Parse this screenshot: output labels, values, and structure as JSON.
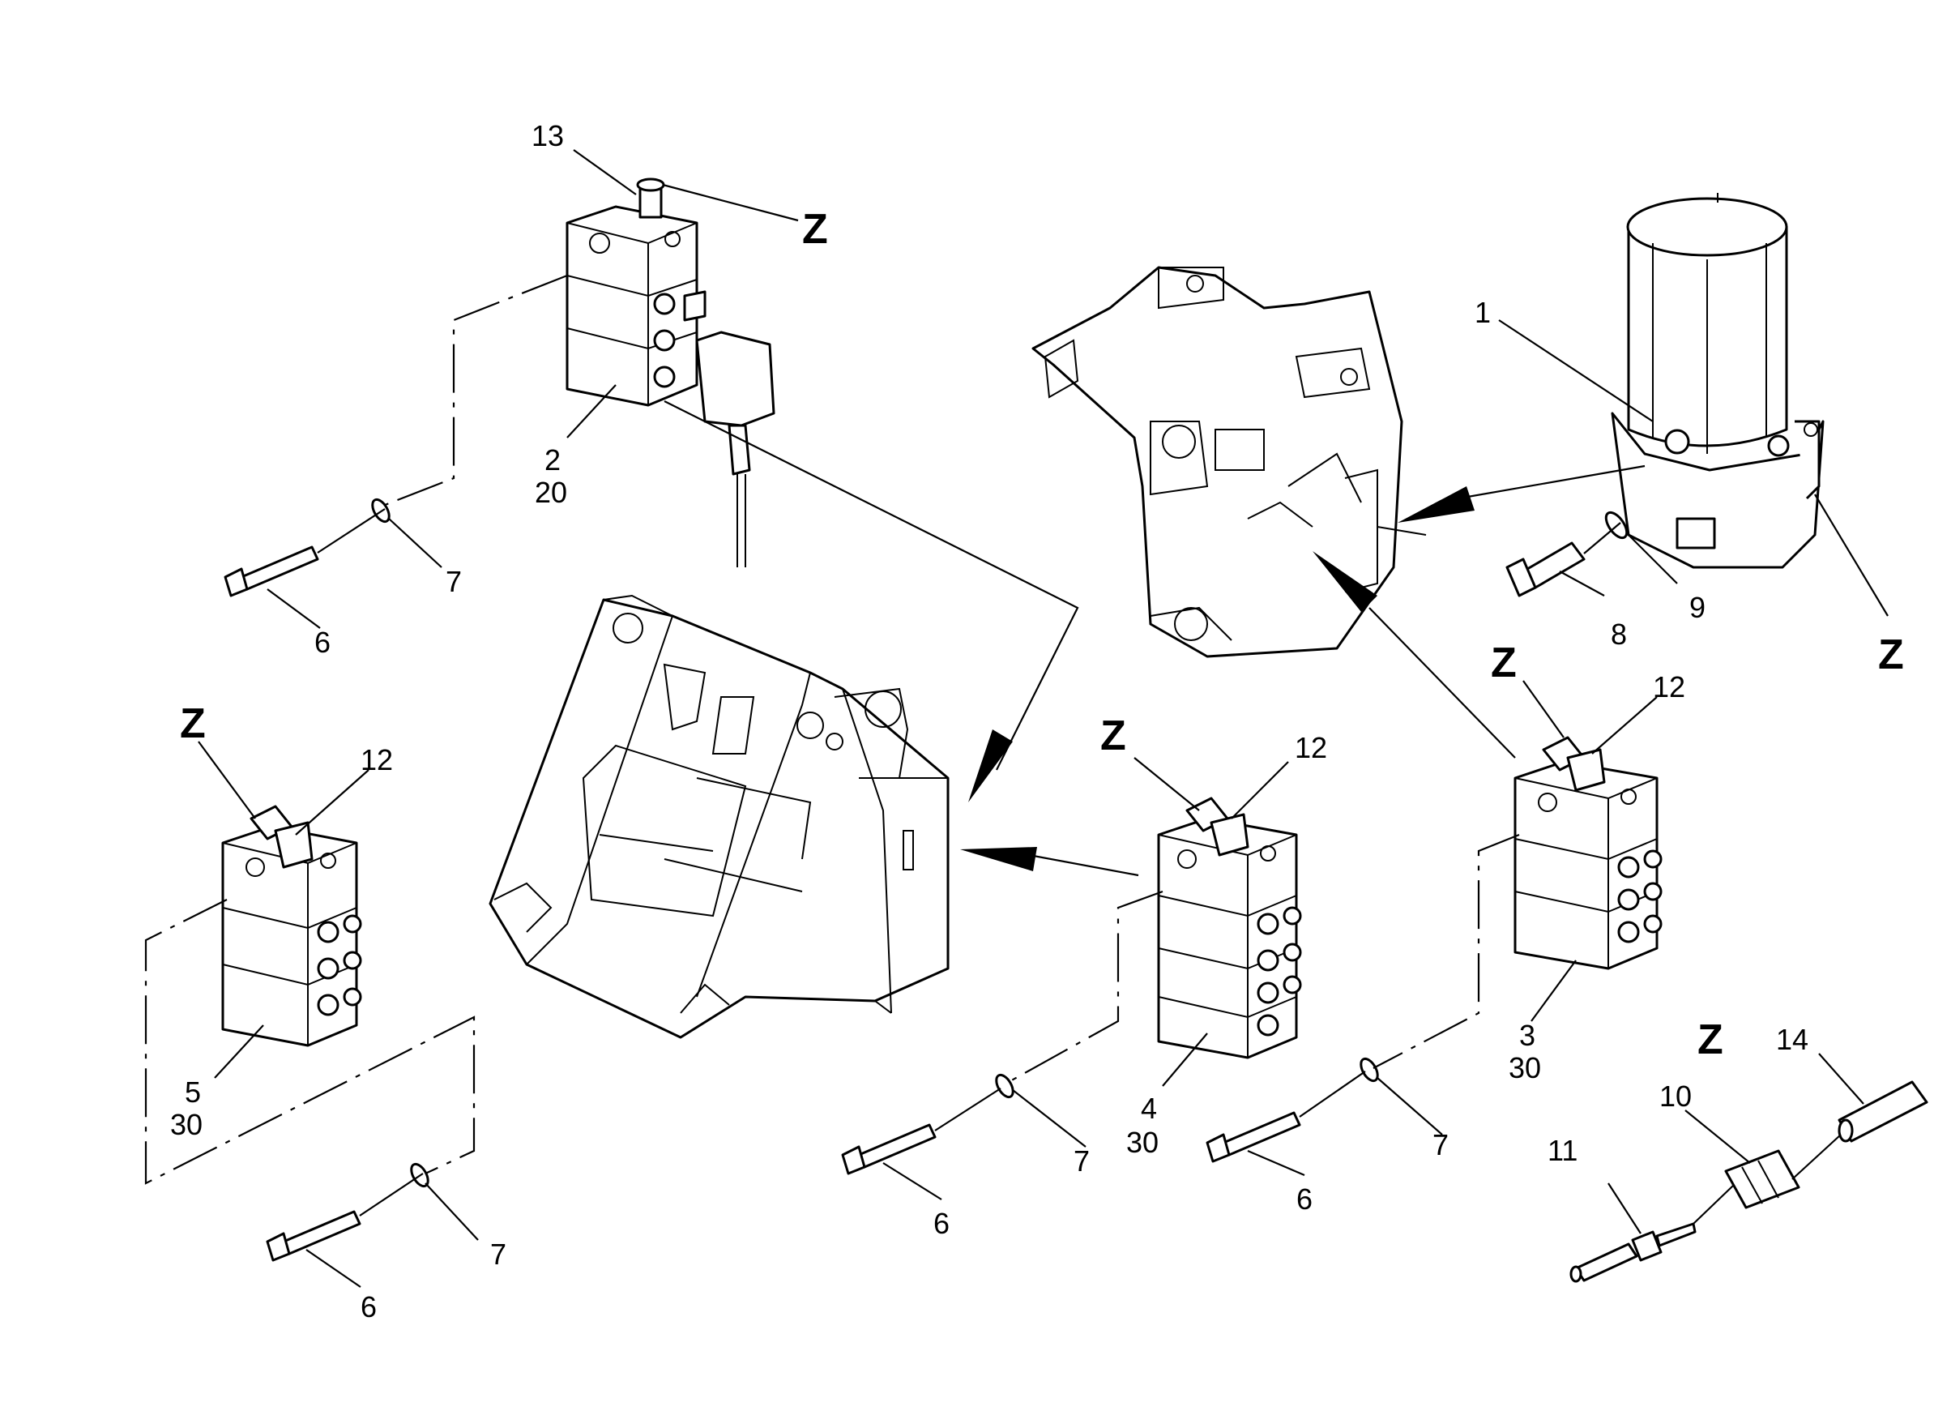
{
  "callouts": {
    "c1": "1",
    "c2": "2",
    "c2q": "20",
    "c3": "3",
    "c3q": "30",
    "c4": "4",
    "c4q": "30",
    "c5": "5",
    "c5q": "30",
    "c6": "6",
    "c7": "7",
    "c8": "8",
    "c9": "9",
    "c10": "10",
    "c11": "11",
    "c12": "12",
    "c13": "13",
    "c14": "14",
    "z": "Z"
  }
}
